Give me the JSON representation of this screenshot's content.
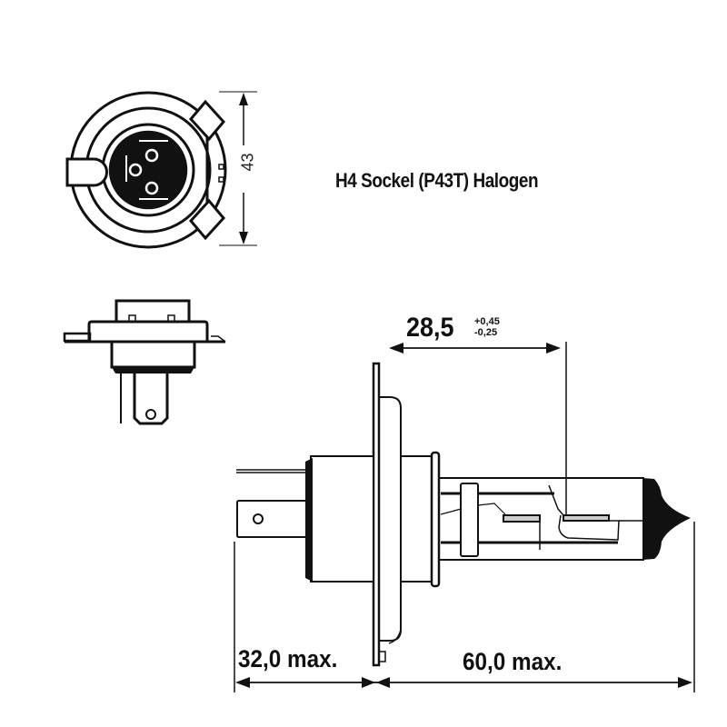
{
  "title": "H4 Sockel (P43T) Halogen",
  "front_view": {
    "dimension_label": "43"
  },
  "side_view": {
    "dimension_top": {
      "value": "28,5",
      "tolerance_plus": "+0,45",
      "tolerance_minus": "-0,25"
    },
    "dimension_bottom_left": "32,0 max.",
    "dimension_bottom_right": "60,0 max."
  },
  "colors": {
    "line": "#111111",
    "background": "#ffffff",
    "filament": "#cccccc"
  }
}
